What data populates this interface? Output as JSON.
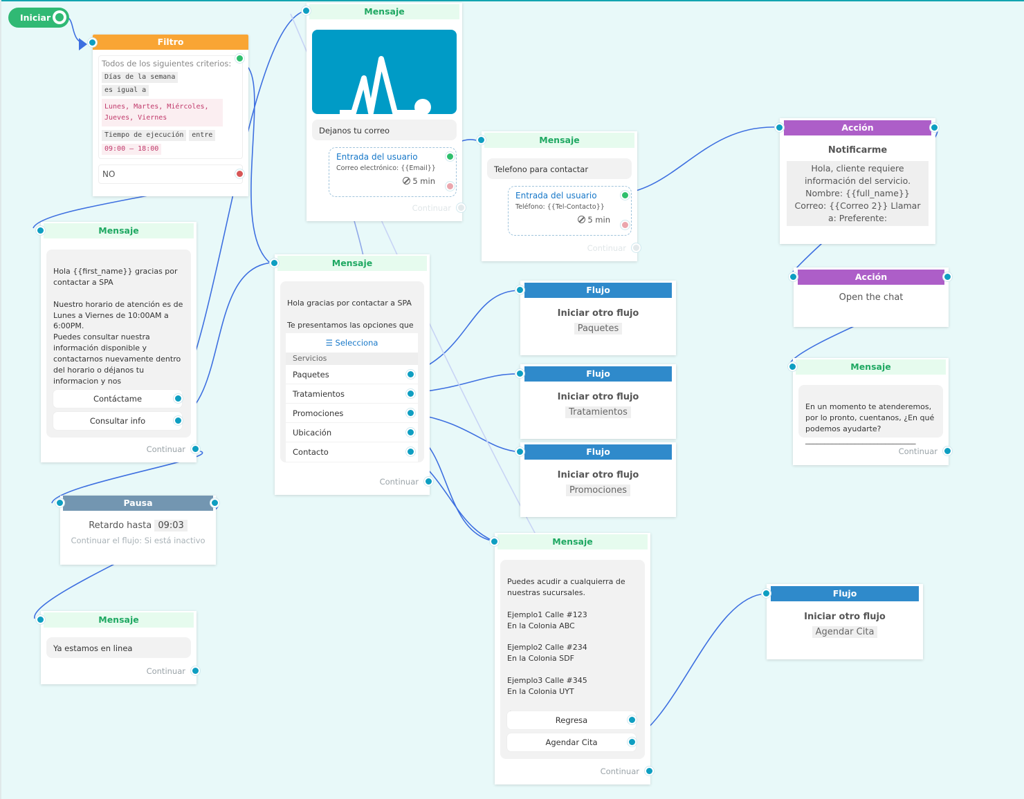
{
  "start": {
    "label": "Iniciar"
  },
  "filtro": {
    "title": "Filtro",
    "criteria": "Todos de los siguientes criterios:",
    "field1": "Días de la semana",
    "op1": "es igual a",
    "value1": "Lunes, Martes, Miércoles, Jueves, Viernes",
    "field2": "Tiempo de ejecución",
    "op2": "entre",
    "value2": "09:00 – 18:00",
    "no": "NO"
  },
  "msg_hola": {
    "title": "Mensaje",
    "text": "Hola  {{first_name}}  gracias por contactar a SPA\n\nNuestro horario de atención es de Lunes a Viernes de  10:00AM a 6:00PM.\nPuedes consultar nuestra información disponible y contactarnos nuevamente dentro del horario o déjanos tu informacion y nos comunicaremos lo antes posible.",
    "btn1": "Contáctame",
    "btn2": "Consultar info",
    "continue": "Continuar"
  },
  "pausa": {
    "title": "Pausa",
    "delay_label": "Retardo hasta",
    "delay_time": "09:03",
    "note": "Continuar el flujo: Si está inactivo"
  },
  "msg_linea": {
    "title": "Mensaje",
    "text": "Ya estamos en linea",
    "continue": "Continuar"
  },
  "msg_correo": {
    "title": "Mensaje",
    "text": "Dejanos tu correo",
    "input_title": "Entrada del usuario",
    "input_sub": "Correo electrónico: {{Email}}",
    "input_time": "5 min",
    "continue": "Continuar"
  },
  "msg_spa": {
    "title": "Mensaje",
    "text": "Hola gracias por contactar a SPA\n\nTe presentamos las opciones que tenemos disponibles.",
    "select": "☰ Selecciona",
    "section": "Servicios",
    "options": [
      "Paquetes",
      "Tratamientos",
      "Promociones",
      "Ubicación",
      "Contacto"
    ],
    "continue": "Continuar"
  },
  "msg_tel": {
    "title": "Mensaje",
    "text": "Telefono para contactar",
    "input_title": "Entrada del usuario",
    "input_sub": "Teléfono: {{Tel-Contacto}}",
    "input_time": "5 min",
    "continue": "Continuar"
  },
  "flujo1": {
    "title": "Flujo",
    "text": "Iniciar otro flujo",
    "tag": "Paquetes"
  },
  "flujo2": {
    "title": "Flujo",
    "text": "Iniciar otro flujo",
    "tag": "Tratamientos"
  },
  "flujo3": {
    "title": "Flujo",
    "text": "Iniciar otro flujo",
    "tag": "Promociones"
  },
  "flujo4": {
    "title": "Flujo",
    "text": "Iniciar otro flujo",
    "tag": "Agendar Cita"
  },
  "msg_sucursales": {
    "title": "Mensaje",
    "text": "Puedes acudir a cualquierra de nuestras sucursales.\n\nEjemplo1 Calle #123\nEn la Colonia ABC\n\nEjemplo2 Calle #234\nEn la Colonia SDF\n\nEjemplo3 Calle #345\nEn la Colonia UYT\n\n¡Te esperamos!",
    "btn1": "Regresa",
    "btn2": "Agendar Cita",
    "continue": "Continuar"
  },
  "accion1": {
    "title": "Acción",
    "subtitle": "Notificarme",
    "text": "Hola, cliente requiere información del servicio. Nombre: {{full_name}} Correo: {{Correo 2}} Llamar a: Preferente:"
  },
  "accion2": {
    "title": "Acción",
    "text": "Open the chat"
  },
  "msg_momento": {
    "title": "Mensaje",
    "text": "En un momento te atenderemos, por lo pronto, cuentanos, ¿En qué podemos ayudarte?\n_____________________________",
    "continue": "Continuar"
  },
  "colors": {
    "accent": "#0e9ec1",
    "green": "#2ebf6d",
    "filtro": "#f9a534",
    "accion": "#ad5ec8",
    "flujo": "#2f8acb",
    "pausa": "#7396b1",
    "wire": "#3d6fe0"
  }
}
